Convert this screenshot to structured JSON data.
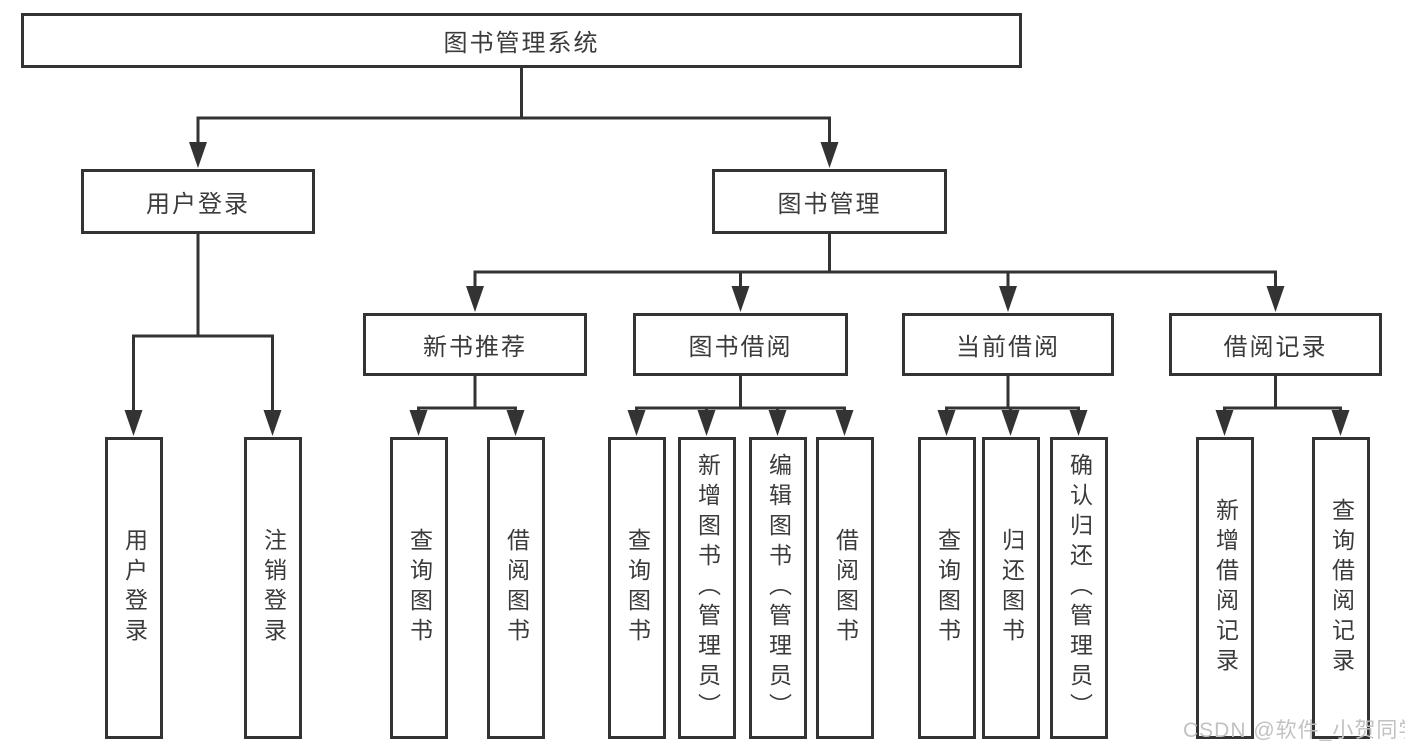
{
  "watermark": "CSDN @软件_小贺同学",
  "colors": {
    "line": "#333333",
    "text": "#3b3b3b",
    "watermark": "#c2c2c2",
    "background": "#ffffff"
  },
  "tree": {
    "label": "图书管理系统",
    "children": [
      {
        "label": "用户登录",
        "children": [
          {
            "label": "用户登录"
          },
          {
            "label": "注销登录"
          }
        ]
      },
      {
        "label": "图书管理",
        "children": [
          {
            "label": "新书推荐",
            "children": [
              {
                "label": "查询图书"
              },
              {
                "label": "借阅图书"
              }
            ]
          },
          {
            "label": "图书借阅",
            "children": [
              {
                "label": "查询图书"
              },
              {
                "label": "新增图书（管理员）"
              },
              {
                "label": "编辑图书（管理员）"
              },
              {
                "label": "借阅图书"
              }
            ]
          },
          {
            "label": "当前借阅",
            "children": [
              {
                "label": "查询图书"
              },
              {
                "label": "归还图书"
              },
              {
                "label": "确认归还（管理员）"
              }
            ]
          },
          {
            "label": "借阅记录",
            "children": [
              {
                "label": "新增借阅记录"
              },
              {
                "label": "查询借阅记录"
              }
            ]
          }
        ]
      }
    ]
  }
}
